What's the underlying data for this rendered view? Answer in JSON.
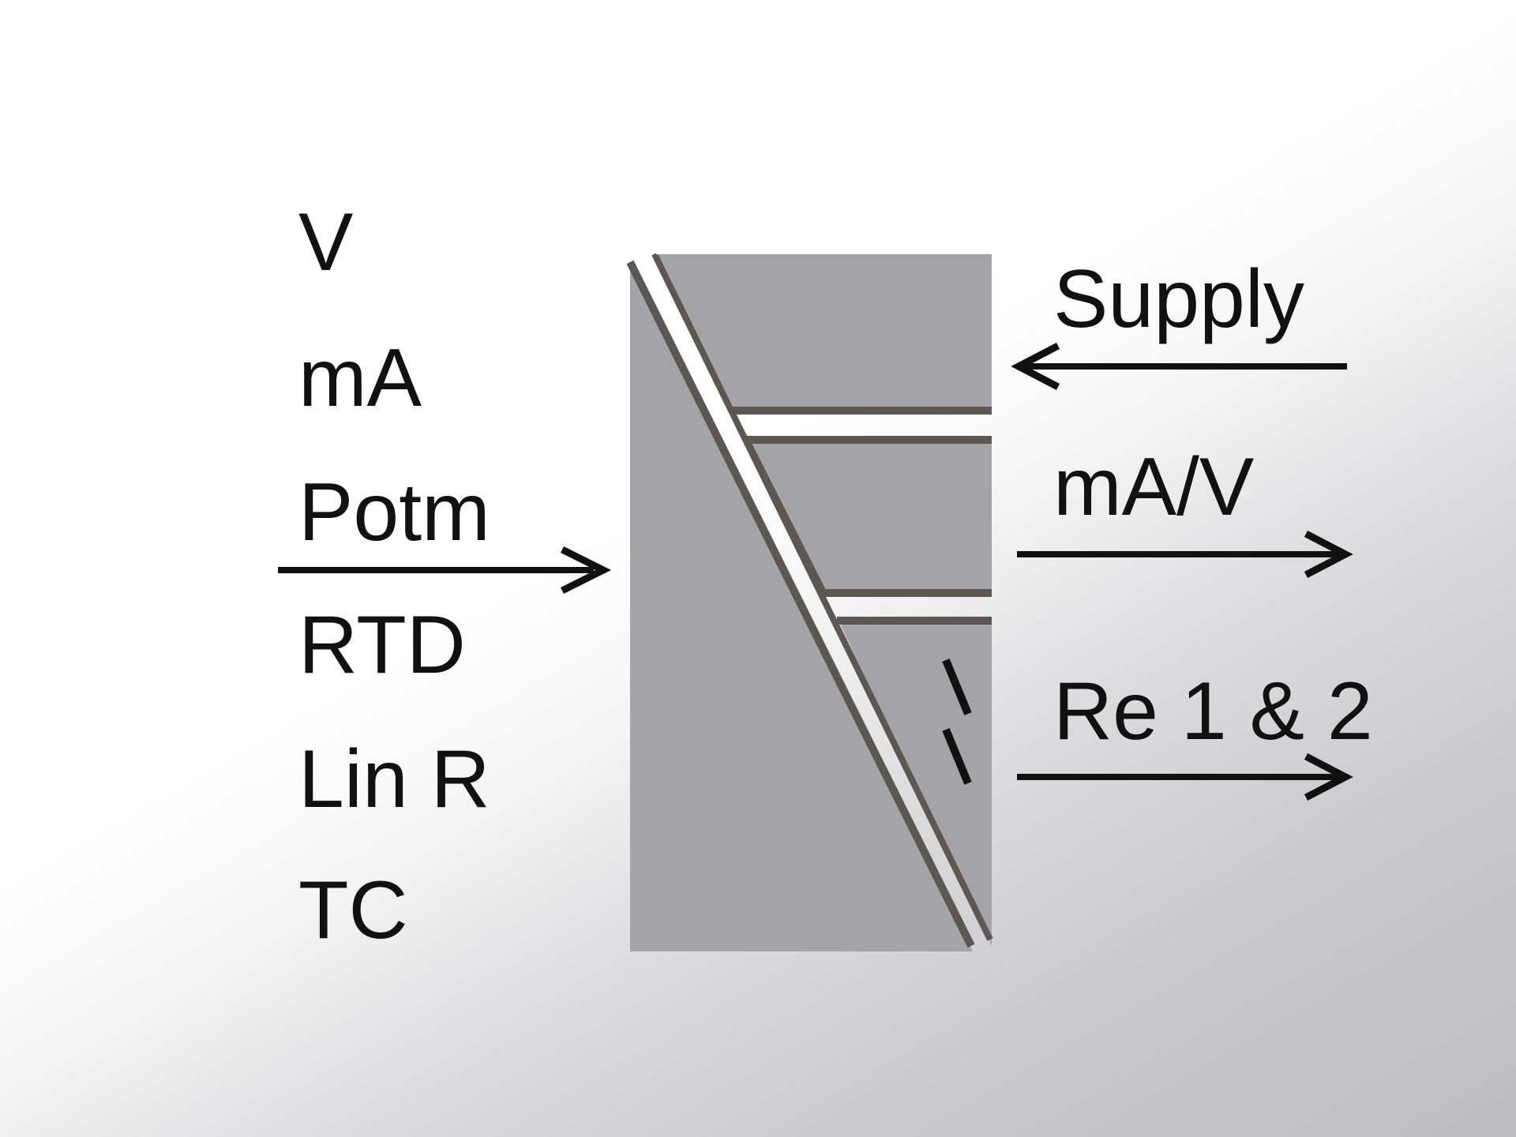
{
  "inputs": [
    "V",
    "mA",
    "Potm",
    "RTD",
    "Lin R",
    "TC"
  ],
  "outputs": {
    "supply": "Supply",
    "analog": "mA/V",
    "relays": "Re 1 & 2"
  },
  "colors": {
    "block_fill": "#a4a4a8",
    "block_edge": "#5d5652",
    "arrow": "#111111",
    "text": "#111111",
    "relay_contact": "#111111"
  }
}
